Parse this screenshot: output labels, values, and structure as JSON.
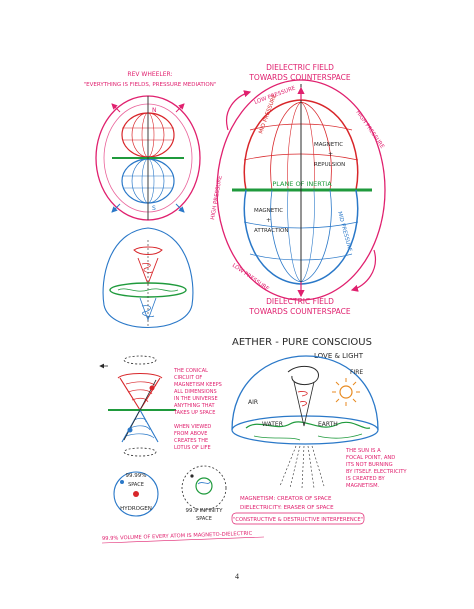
{
  "colors": {
    "magenta": "#e0206e",
    "red": "#d8262a",
    "blue": "#2a78c8",
    "green": "#1f9a3c",
    "black": "#2a2a2a",
    "orange": "#e88a20"
  },
  "left_panel": {
    "quote_line1": "REV WHEELER:",
    "quote_line2": "\"EVERYTHING IS FIELDS, PRESSURE MEDIATION\"",
    "label_n": "N",
    "label_s": "S"
  },
  "big_diagram": {
    "top_label_line1": "DIELECTRIC FIELD",
    "top_label_line2": "TOWARDS COUNTERSPACE",
    "bottom_label_line1": "DIELECTRIC FIELD",
    "bottom_label_line2": "TOWARDS COUNTERSPACE",
    "low_pressure_top": "LOW PRESSURE",
    "high_pressure_right": "HIGH PRESSURE",
    "high_pressure_left": "HIGH PRESSURE",
    "low_pressure_bottom": "LOW PRESSURE",
    "mid_pressure_top": "MID PRESSURE",
    "mid_pressure_bottom": "MID PRESSURE",
    "magnetic_repulsion": [
      "MAGNETIC",
      "+",
      "REPULSION"
    ],
    "plane_of_inertia": "PLANE OF INERTIA",
    "magnetic_attraction": [
      "MAGNETIC",
      "+",
      "ATTRACTION"
    ]
  },
  "aether": {
    "title": "AETHER - PURE CONSCIOUS",
    "subtitle": "LOVE & LIGHT",
    "air": "AIR",
    "fire": "FIRE",
    "water": "WATER",
    "earth": "EARTH",
    "sun_note": [
      "THE SUN IS A",
      "FOCAL POINT, AND",
      "ITS NOT BURNING",
      "BY ITSELF. ELECTRICITY",
      "IS CREATED BY",
      "MAGNETISM."
    ],
    "magnetism_note": [
      "MAGNETISM: CREATOR OF SPACE",
      "DIELECTRICITY: ERASER OF SPACE"
    ],
    "interference": "\"CONSTRUCTIVE & DESTRUCTIVE INTERFERENCE\""
  },
  "vortex_note": [
    "THE CONICAL",
    "CIRCUIT OF",
    "MAGNETISM KEEPS",
    "ALL DIMENSIONS",
    "IN THE UNIVERSE",
    "ANYTHING THAT",
    "TAKES UP SPACE",
    "",
    "WHEN VIEWED",
    "FROM ABOVE",
    "CREATES THE",
    "LOTUS OF LIFE"
  ],
  "atoms": {
    "hydrogen_value": "99.99%",
    "hydrogen_space": "SPACE",
    "hydrogen_label": "HYDROGEN",
    "earth_value": "99.9 INFINITY",
    "earth_space": "SPACE",
    "bottom_note": "99.9% VOLUME OF EVERY ATOM IS MAGNETO-DIELECTRIC"
  },
  "page_number": "4"
}
